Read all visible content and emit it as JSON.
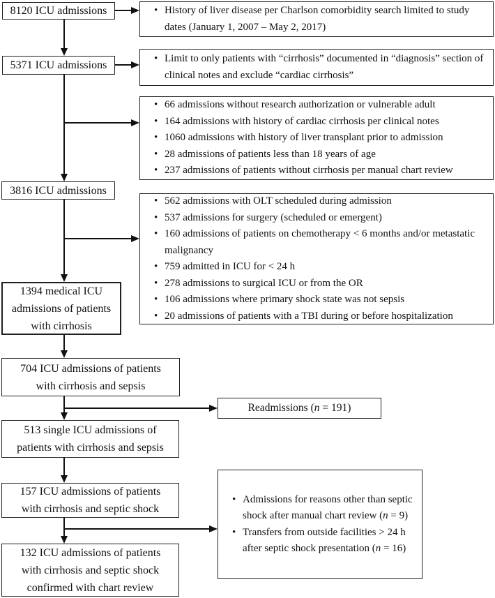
{
  "colors": {
    "background": "#ffffff",
    "text": "#111111",
    "box_border": "#1f1f1f",
    "connector": "#111111"
  },
  "flow_boxes": [
    {
      "name": "8120-icu-admissions",
      "text": "8120 ICU admissions"
    },
    {
      "name": "5371-icu-admissions",
      "text": "5371 ICU admissions"
    },
    {
      "name": "3816-icu-admissions",
      "text": "3816 ICU admissions"
    },
    {
      "name": "1394-medical-icu-admissions",
      "text": "1394 medical ICU\nadmissions of patients\nwith cirrhosis"
    },
    {
      "name": "704-icu-admissions",
      "text": "704 ICU admissions of patients\nwith cirrhosis and sepsis"
    },
    {
      "name": "513-single-icu-admissions",
      "text": "513 single ICU admissions of\npatients with cirrhosis and sepsis"
    },
    {
      "name": "157-icu-admissions",
      "text": "157 ICU admissions of patients\nwith cirrhosis and septic shock"
    },
    {
      "name": "132-icu-admissions",
      "text": "132 ICU admissions of patients\nwith cirrhosis and septic shock\nconfirmed with chart review"
    }
  ],
  "exclusion_boxes": {
    "charlson": {
      "bullets": [
        "History of liver disease per Charlson comorbidity search limited to study dates (January 1, 2007 – May 2, 2017)"
      ]
    },
    "cirrhosis_limit": {
      "bullets": [
        "Limit to only patients with “cirrhosis” documented in “diagnosis” section of clinical notes and exclude “cardiac cirrhosis”"
      ]
    },
    "exclusions_first": {
      "bullets": [
        "66 admissions without research authorization or vulnerable adult",
        "164 admissions with history of cardiac cirrhosis per clinical notes",
        "1060 admissions with history of liver transplant prior to admission",
        "28 admissions of patients less than 18 years of age",
        "237 admissions of patients without cirrhosis per manual chart review"
      ]
    },
    "exclusions_second": {
      "bullets": [
        "562 admissions with OLT scheduled during admission",
        "537 admissions for surgery (scheduled or emergent)",
        "160 admissions of patients on chemotherapy < 6 months and/or metastatic malignancy",
        "759 admitted in ICU for < 24 h",
        "278 admissions to surgical ICU or from the OR",
        "106 admissions where primary shock state was not sepsis",
        "20 admissions of patients with a TBI during or before hospitalization"
      ]
    },
    "readmissions": {
      "pre": "Readmissions (",
      "var": "n",
      "post": " = 191)"
    },
    "final_exclusions": {
      "bullets": [
        {
          "pre": "Admissions for reasons other than septic shock after manual chart review (",
          "var": "n",
          "post": " = 9)"
        },
        {
          "pre": "Transfers from outside facilities > 24 h after septic shock presentation (",
          "var": "n",
          "post": " = 16)"
        }
      ]
    }
  }
}
